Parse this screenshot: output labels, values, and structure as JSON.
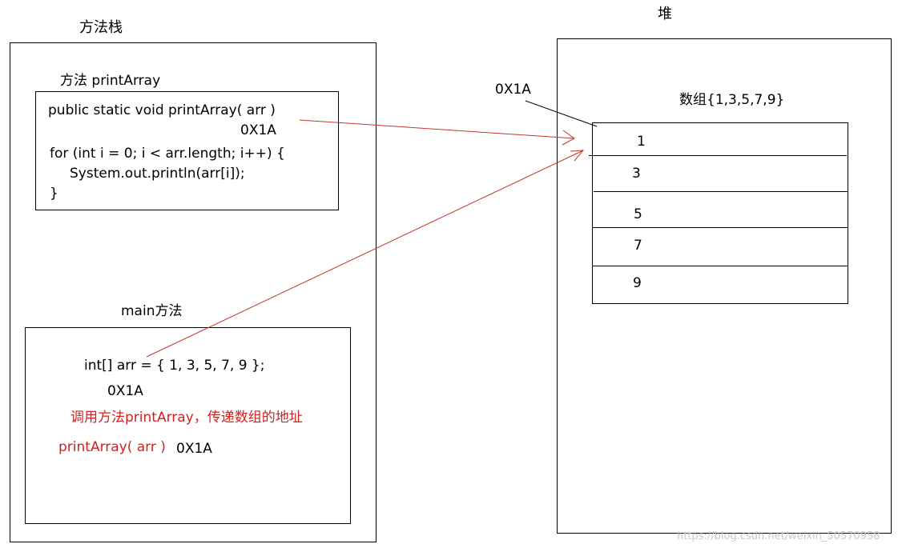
{
  "stack": {
    "title": "方法栈",
    "print_method": {
      "title": "方法 printArray",
      "signature": "public static void printArray( arr )",
      "address": "0X1A",
      "loop_line": "for (int i = 0; i < arr.length; i++) {",
      "print_line": "System.out.println(arr[i]);",
      "close_brace": "}"
    },
    "main_method": {
      "title": "main方法",
      "declaration": "int[] arr = { 1, 3, 5, 7, 9 };",
      "address": "0X1A",
      "call_note": "调用方法printArray，传递数组的地址",
      "call_code": "printArray( arr )",
      "call_address": "0X1A"
    }
  },
  "heap": {
    "title": "堆",
    "address": "0X1A",
    "array_label": "数组{1,3,5,7,9}",
    "elements": [
      "1",
      "3",
      "5",
      "7",
      "9"
    ]
  },
  "watermark": "https://blog.csdn.net/weixin_50570958",
  "colors": {
    "arrow": "#c0392b",
    "note": "#d42020",
    "outline": "#000000"
  }
}
